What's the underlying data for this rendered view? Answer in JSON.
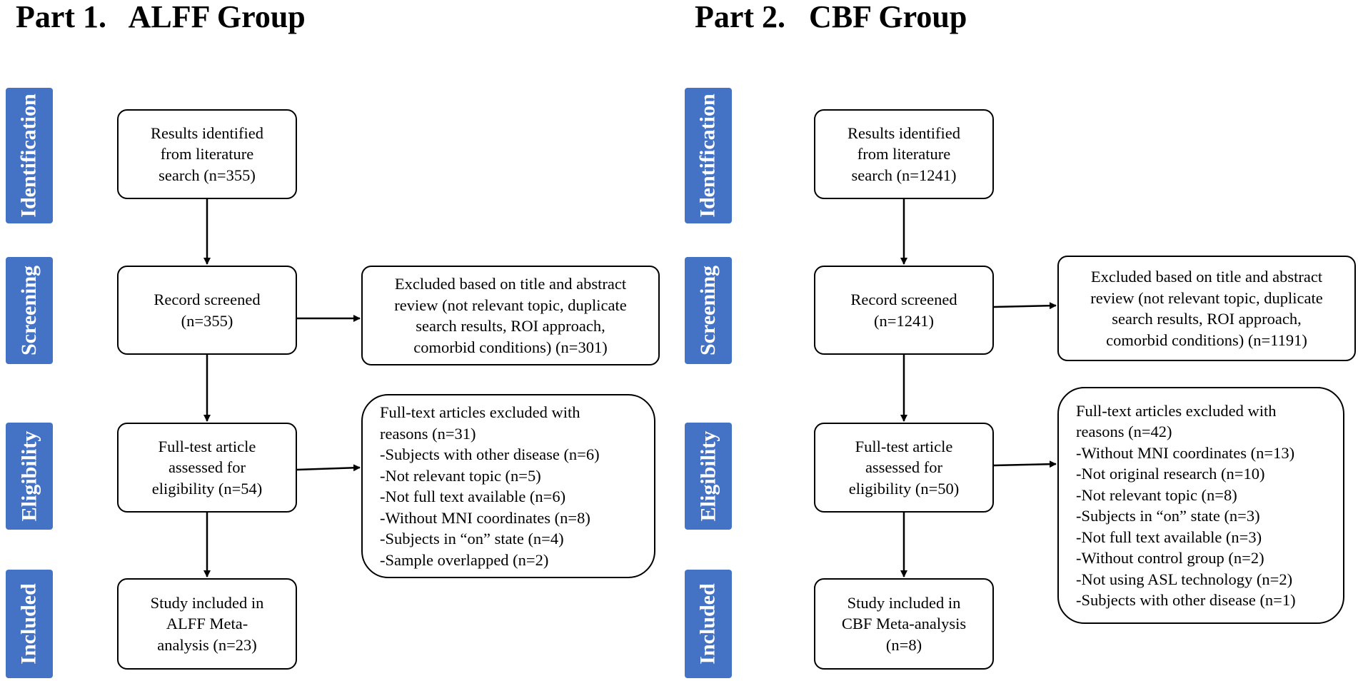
{
  "panels": [
    {
      "title": "Part 1.   ALFF Group",
      "stages": [
        "Identification",
        "Screening",
        "Eligibility",
        "Included"
      ],
      "boxes": {
        "identified": "Results identified\nfrom literature\nsearch (n=355)",
        "screened": "Record screened\n(n=355)",
        "excluded_screening": "Excluded based on title and abstract\nreview (not relevant topic, duplicate\nsearch results, ROI approach,\ncomorbid conditions) (n=301)",
        "assessed": "Full-test article\nassessed for\neligibility (n=54)",
        "excluded_fulltext": [
          "Full-text articles excluded with",
          "reasons (n=31)",
          "-Subjects with other disease (n=6)",
          "-Not relevant topic (n=5)",
          "-Not full text available (n=6)",
          "-Without MNI coordinates (n=8)",
          "-Subjects in “on” state (n=4)",
          "-Sample overlapped (n=2)"
        ],
        "included": "Study included in\nALFF Meta-\nanalysis (n=23)"
      }
    },
    {
      "title": "Part 2.   CBF Group",
      "stages": [
        "Identification",
        "Screening",
        "Eligibility",
        "Included"
      ],
      "boxes": {
        "identified": "Results identified\nfrom literature\nsearch (n=1241)",
        "screened": "Record screened\n(n=1241)",
        "excluded_screening": "Excluded based on title and abstract\nreview (not relevant topic, duplicate\nsearch results, ROI approach,\ncomorbid conditions) (n=1191)",
        "assessed": "Full-test article\nassessed for\neligibility (n=50)",
        "excluded_fulltext": [
          "Full-text articles excluded with",
          "reasons (n=42)",
          "-Without MNI coordinates (n=13)",
          "-Not original research (n=10)",
          "-Not relevant topic (n=8)",
          "-Subjects in “on” state (n=3)",
          "-Not full text available (n=3)",
          "-Without control group (n=2)",
          "-Not using ASL technology (n=2)",
          "-Subjects with other disease (n=1)"
        ],
        "included": "Study included in\nCBF Meta-analysis\n(n=8)"
      }
    }
  ],
  "colors": {
    "stage_fill": "#4472c4",
    "stage_text": "#ffffff",
    "box_border": "#000000"
  }
}
